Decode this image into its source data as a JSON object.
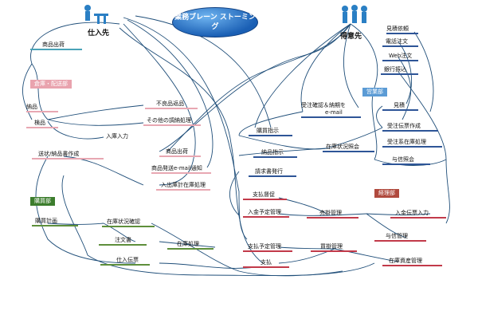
{
  "title": {
    "line1": "業務ブレーン",
    "line2": "ストーミング"
  },
  "actors": {
    "supplier": "仕入先",
    "customer": "得意先"
  },
  "departments": {
    "warehouse": "倉庫・配送部",
    "sales": "営業部",
    "purchasing": "購買部",
    "accounting": "経理部"
  },
  "nodes": {
    "shohin_nyuka": "商品出荷",
    "nyuhin": "納品",
    "kenpin": "検品",
    "furyohin": "不良品返品",
    "sonota": "その他の調納処理",
    "nyuko": "入庫入力",
    "seikyu_nohin": "送状/納品書作成",
    "shohin_shukka": "商品出荷",
    "shohin_hasso": "商品発送e-mail通知",
    "nyushukko": "入出庫計在庫処理",
    "mitsumori_irai": "見積依頼",
    "denwa_chumon": "電話注文",
    "web_chumon": "Web注文",
    "ginko_furikomi": "銀行振込",
    "mitsumori": "見積",
    "juchu_denpyo": "受注伝票作成",
    "juchu_kakunin_line1": "受注確認＆納期を",
    "juchu_kakunin_line2": "e-mail",
    "kounyu_shiji": "購買指示",
    "nohin_shiji": "納品指示",
    "zaiko_shokai_sales": "在庫状況照会",
    "juchukei_zaiko": "受注系在庫処理",
    "yoshin_shokai": "与信照会",
    "seikyusho_hakko": "請求書発行",
    "konyu_keikaku": "購買計画",
    "zaiko_kakunin": "在庫状況確認",
    "chumonsho": "注文書",
    "zaiko_shori": "在庫処理",
    "shiire_denpyo": "仕入伝票",
    "shiharai_saisoku": "支払督促",
    "nyukin_yotei": "入金予定管理",
    "urikake_kanri": "売掛管理",
    "nyukin_denpyo": "入金伝票入力",
    "yoshin_kanri": "与信管理",
    "shiharai_yotei": "支払予定管理",
    "kaikake_kanri": "買掛管理",
    "shiharai": "支払",
    "zaiko_shisan": "在庫資産管理"
  },
  "colors": {
    "wire": "#1f4e79",
    "bubble": "#1a5fb4"
  }
}
